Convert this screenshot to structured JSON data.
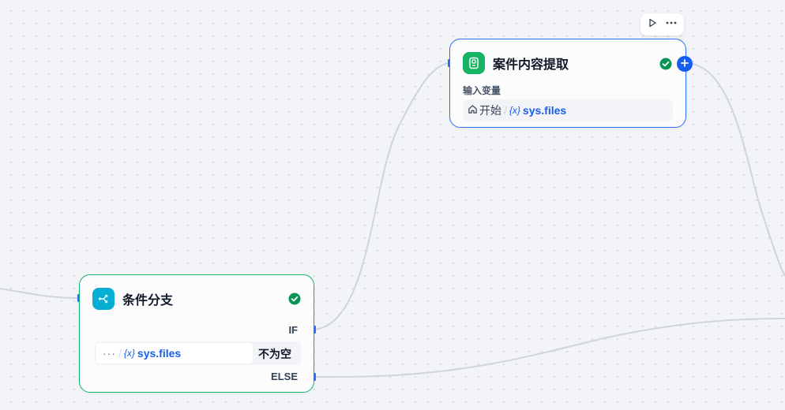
{
  "canvas": {
    "background": "#f2f4f7",
    "edge_color": "#d0d5dd"
  },
  "extract_node": {
    "title": "案件内容提取",
    "icon": "document-extract-icon",
    "status_icon": "check-circle-icon",
    "input_label": "输入变量",
    "input_source_node": "开始",
    "input_source_icon": "home-icon",
    "variable_icon": "{x}",
    "variable_name": "sys.files",
    "toolbar": {
      "run_icon": "play-icon",
      "more_icon": "more-icon"
    },
    "add_icon": "plus-icon",
    "accent": "#2970ff",
    "icon_color": "#16b364"
  },
  "branch_node": {
    "title": "条件分支",
    "icon": "branch-icon",
    "status_icon": "check-circle-icon",
    "if_label": "IF",
    "else_label": "ELSE",
    "condition": {
      "prefix": "···",
      "variable_icon": "{x}",
      "variable_name": "sys.files",
      "operator": "不为空"
    },
    "border_color": "#17b26a",
    "icon_color": "#06aed4"
  }
}
